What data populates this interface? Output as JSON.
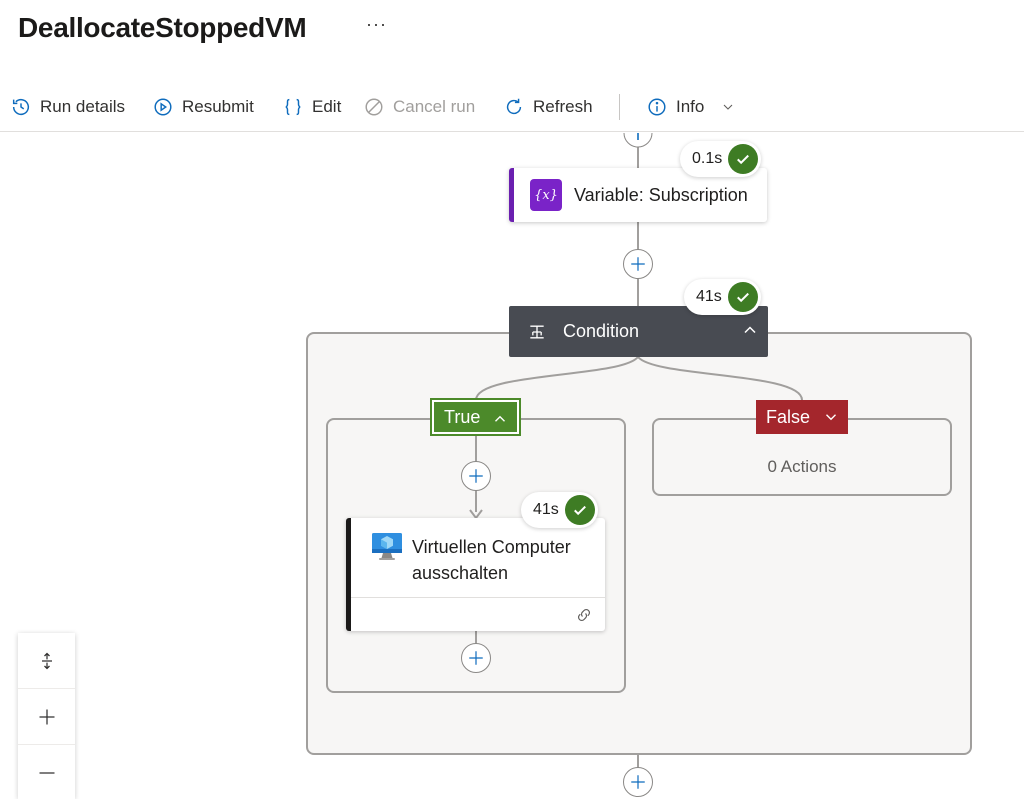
{
  "header": {
    "title": "DeallocateStoppedVM",
    "more_label": "···"
  },
  "toolbar": {
    "run_details": "Run details",
    "resubmit": "Resubmit",
    "edit": "Edit",
    "cancel_run": "Cancel run",
    "refresh": "Refresh",
    "info": "Info"
  },
  "flow": {
    "variable_card": {
      "label": "Variable: Subscription",
      "icon_text": "{x}",
      "duration": "0.1s",
      "status": "succeeded"
    },
    "condition": {
      "label": "Condition",
      "duration": "41s",
      "status": "succeeded"
    },
    "true_branch": {
      "label": "True"
    },
    "false_branch": {
      "label": "False",
      "empty_text": "0 Actions"
    },
    "vm_action": {
      "label_line1": "Virtuellen Computer",
      "label_line2": "ausschalten",
      "duration": "41s",
      "status": "succeeded"
    }
  },
  "zoom_controls": [
    "fit-to-screen",
    "zoom-in",
    "zoom-out"
  ],
  "colors": {
    "success": "#3e7c24",
    "true_branch": "#4c8a2a",
    "false_branch": "#a4262c",
    "variable_accent": "#7a23c8",
    "condition_header": "#484b52",
    "accent_blue": "#0f6cbd"
  }
}
